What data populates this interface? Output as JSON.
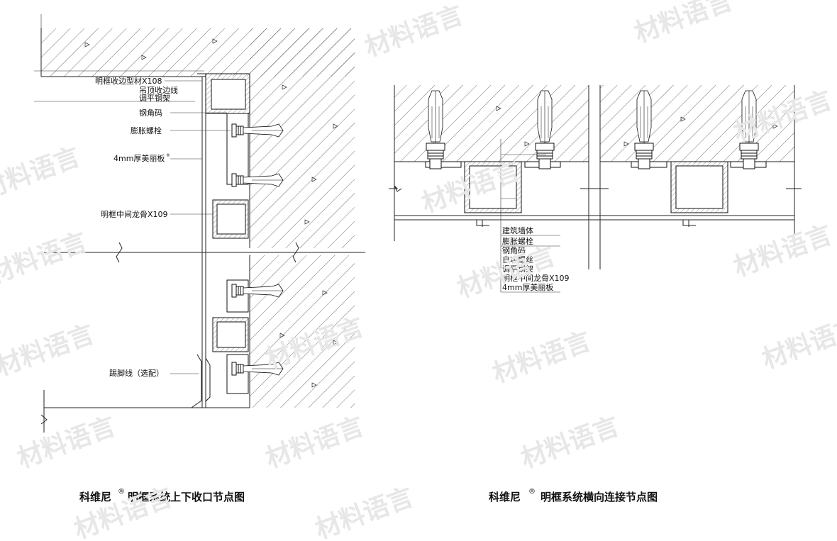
{
  "left_drawing": {
    "labels": {
      "edge_profile": "明框收边型材X108",
      "ceiling_edge": "吊顶收边线",
      "leveling_steel": "调平钢架",
      "steel_angle": "钢角码",
      "expansion_bolt": "膨胀螺栓",
      "panel": "4mm厚美丽板",
      "middle_keel": "明框中间龙骨X109",
      "skirting": "踢脚线（选配）"
    },
    "caption": "科维尼",
    "caption_rest": "明框系统上下收口节点图"
  },
  "right_drawing": {
    "labels": [
      "建筑墙体",
      "膨胀螺栓",
      "钢角码",
      "自攻螺丝",
      "调平钢架",
      "明框中间龙骨X109",
      "4mm厚美丽板"
    ],
    "caption": "科维尼",
    "caption_rest": "明框系统横向连接节点图"
  },
  "registered_mark": "®",
  "watermark_text": "材料语言"
}
